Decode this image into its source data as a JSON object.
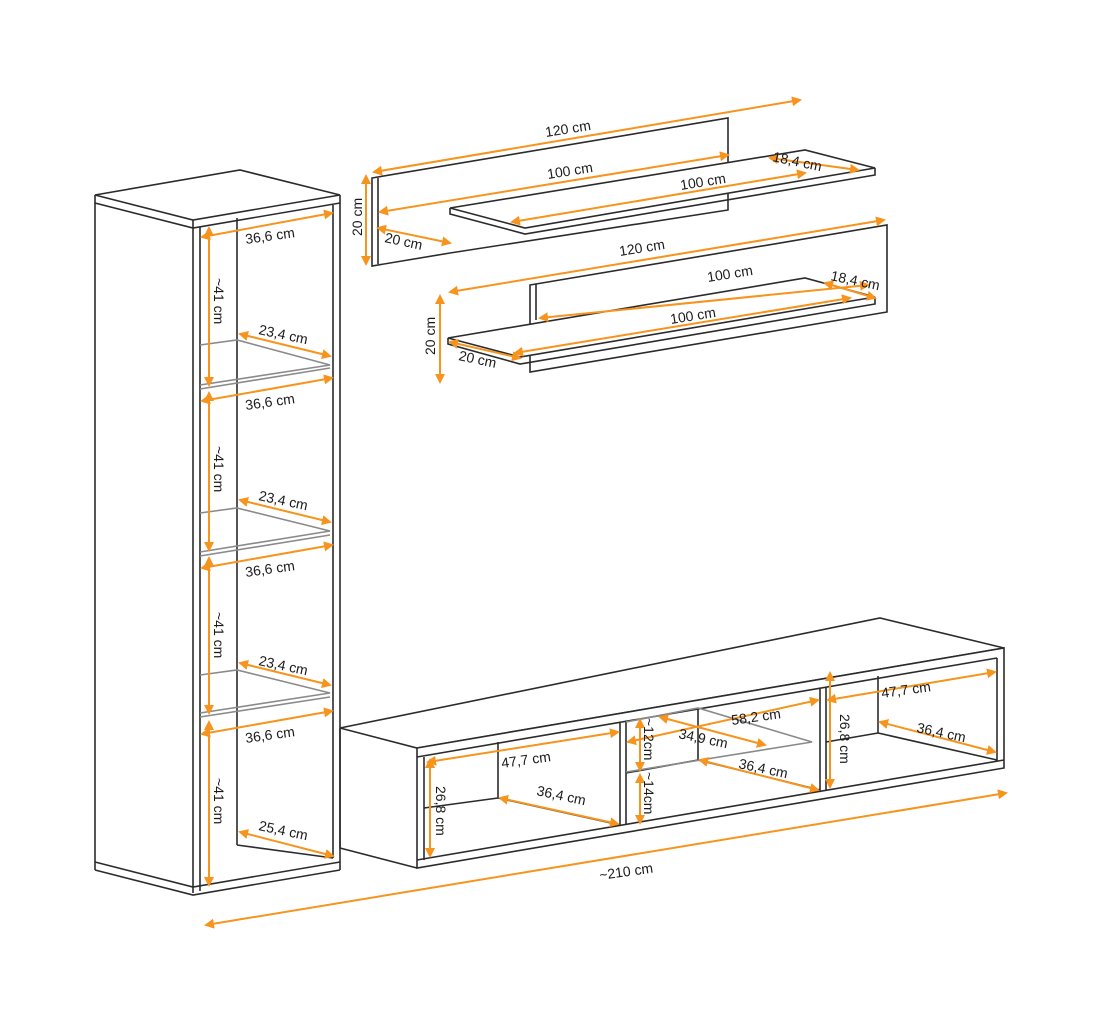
{
  "colors": {
    "dimension": "#f7941d",
    "outline": "#2b2b2b",
    "glass": "#8a8a8a"
  },
  "tall_cabinet": {
    "width_labels": [
      "36,6 cm",
      "36,6 cm",
      "36,6 cm",
      "36,6 cm"
    ],
    "height_labels": [
      "~41 cm",
      "~41 cm",
      "~41 cm",
      "~41 cm"
    ],
    "glass_shelf_depths": [
      "23,4 cm",
      "23,4 cm",
      "23,4 cm"
    ],
    "bottom_depth": "25,4 cm"
  },
  "shelf_upper": {
    "panel_width": "120 cm",
    "panel_inner": "100 cm",
    "board_width": "100 cm",
    "board_depth": "18,4 cm",
    "height": "20 cm",
    "side": "20 cm"
  },
  "shelf_lower": {
    "panel_width": "120 cm",
    "panel_inner": "100 cm",
    "board_depth": "18,4 cm",
    "board_width": "100 cm",
    "height": "20 cm",
    "side": "20 cm"
  },
  "lowboard": {
    "left_width": "47,7 cm",
    "left_height": "26,8 cm",
    "left_depth": "36,4 cm",
    "mid_top_height": "~12cm",
    "mid_width": "58,2 cm",
    "mid_glass_depth": "34,9 cm",
    "mid_depth": "36,4 cm",
    "mid_bottom_height": "~14cm",
    "right_width": "47,7 cm",
    "right_height": "26,8 cm",
    "right_depth": "36,4 cm",
    "total_width": "~210 cm"
  }
}
